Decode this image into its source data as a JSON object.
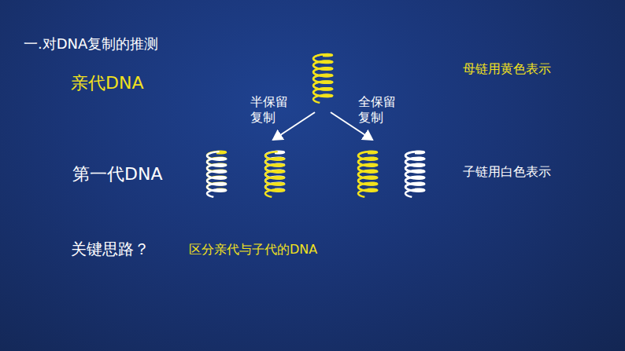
{
  "diagram": {
    "title": "一.对DNA复制的推测",
    "labels": [
      "亲代DNA",
      "母链用黄色表示",
      "半保留 复制",
      "全保留 复制",
      "第一代DNA",
      "子链用白色表示",
      "关键思路？",
      "区分亲代与子代的DNA"
    ]
  }
}
